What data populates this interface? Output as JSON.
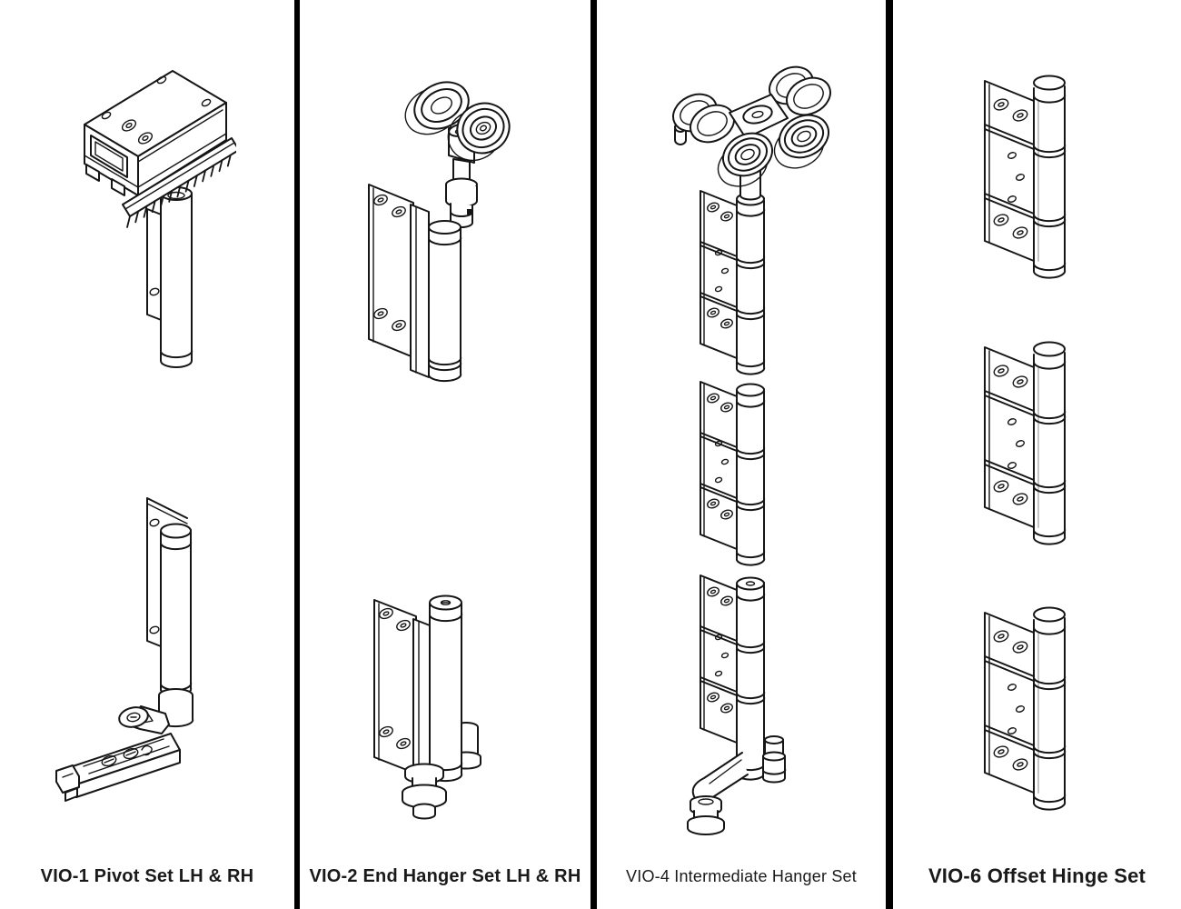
{
  "colors": {
    "background": "#ffffff",
    "divider": "#000000",
    "line_art": "#151515",
    "text": "#1a1a1a"
  },
  "columns": [
    {
      "id": "vio-1",
      "label": "VIO-1 Pivot Set LH & RH",
      "figure_names": [
        "top-pivot-track-assembly-drawing",
        "bottom-floor-pivot-assembly-drawing"
      ]
    },
    {
      "id": "vio-2",
      "label": "VIO-2 End Hanger Set LH & RH",
      "figure_names": [
        "end-hanger-roller-assembly-drawing",
        "end-hanger-bottom-guide-assembly-drawing"
      ]
    },
    {
      "id": "vio-4",
      "label": "VIO-4 Intermediate Hanger Set",
      "figure_names": [
        "intermediate-hanger-trolley-hinge-drawing"
      ]
    },
    {
      "id": "vio-6",
      "label": "VIO-6 Offset Hinge Set",
      "figure_names": [
        "offset-hinge-drawing-top",
        "offset-hinge-drawing-middle",
        "offset-hinge-drawing-bottom"
      ]
    }
  ]
}
